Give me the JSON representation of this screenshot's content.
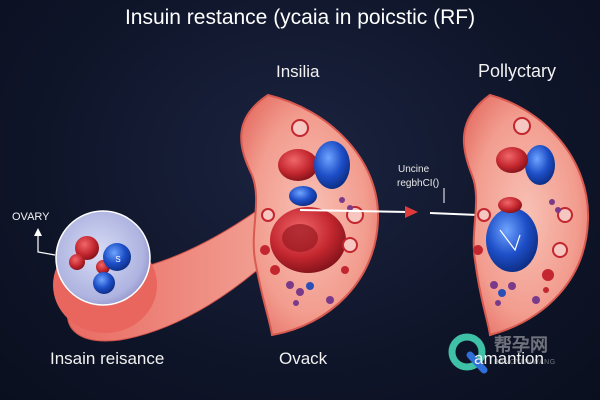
{
  "title": "Insuin restance (ycaia in poicstic (RF)",
  "labels": {
    "insulia": "Insilia",
    "pollycytary": "Pollyctary",
    "ovary": "OVARY",
    "arrow_label_1": "Uncine",
    "arrow_label_2": "regbhCI()",
    "inset_text": "S",
    "bottom_left": "Insain reisance",
    "bottom_center": "Ovack",
    "bottom_right": "amantion"
  },
  "watermark": {
    "text": "帮孕网",
    "subtext": "BANGYUNWANG",
    "logo_icon": "q-logo-icon"
  },
  "colors": {
    "background": "#0f1529",
    "tissue": "#f5a49a",
    "tissue_dark": "#e76a60",
    "blood_red": "#c3262e",
    "cell_blue": "#1e4fc8",
    "inset_circle": "#aeb3e0"
  }
}
